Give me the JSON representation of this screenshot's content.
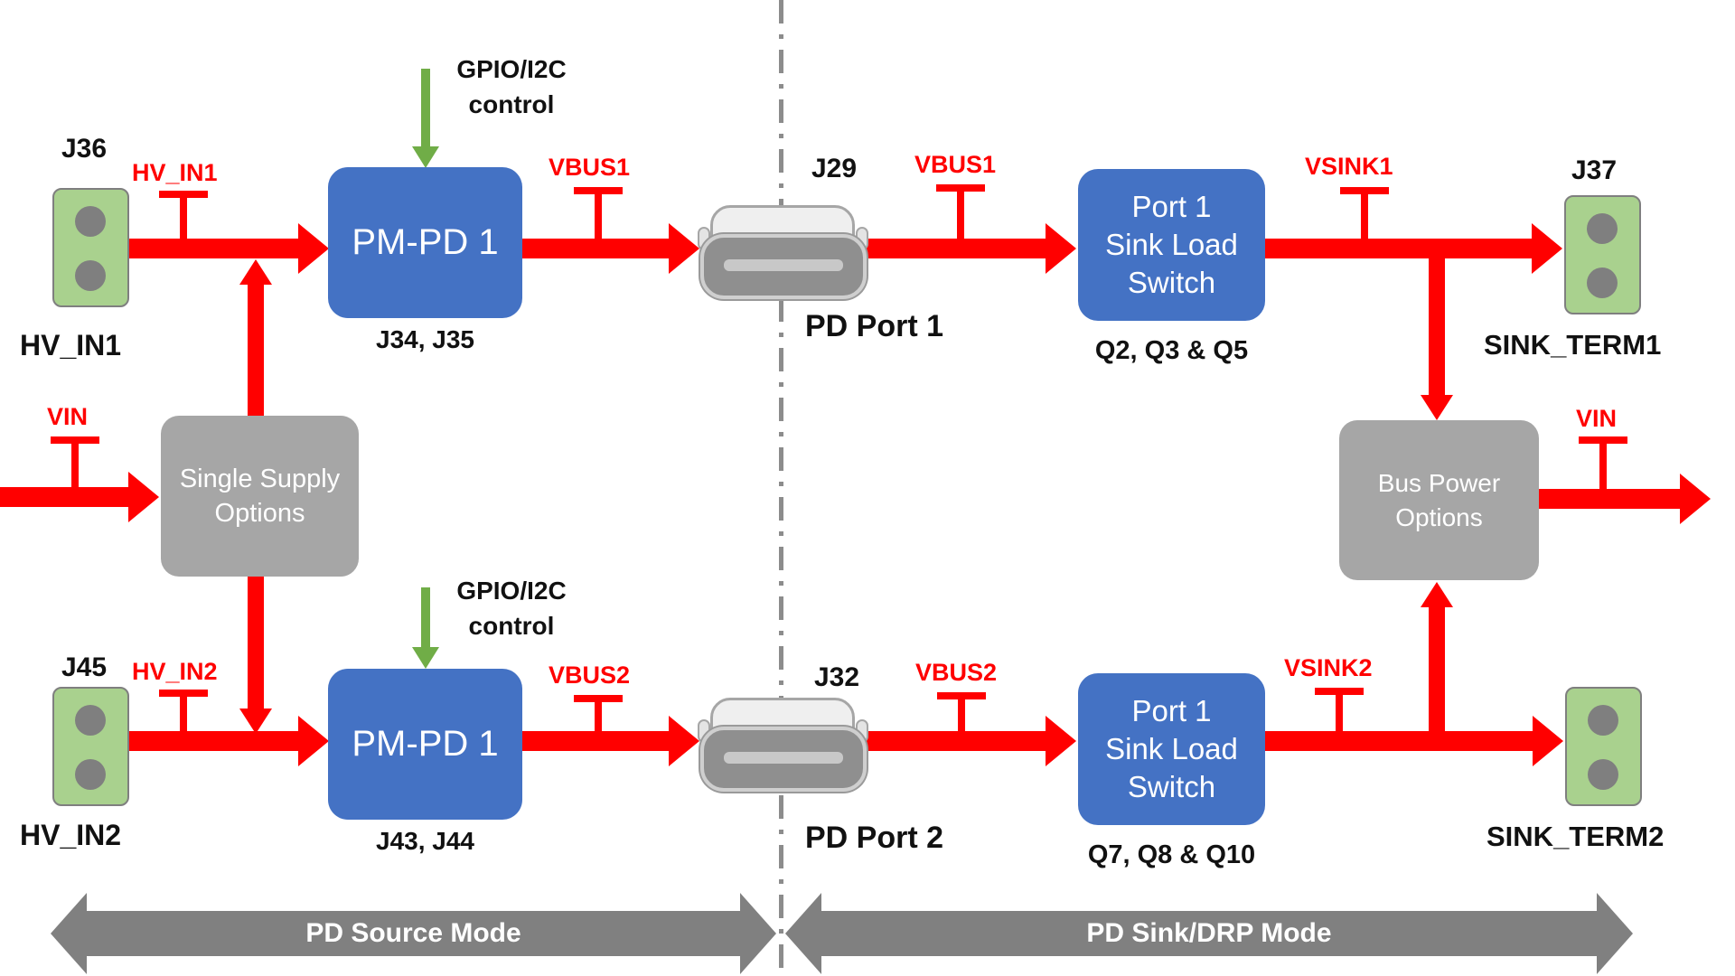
{
  "colors": {
    "wire_red": "#FF0000",
    "block_blue": "#4472C4",
    "block_gray": "#A6A6A6",
    "connector_green": "#A9D18E",
    "control_green": "#70AD47",
    "mode_arrow_gray": "#808080"
  },
  "control": {
    "line1": "GPIO/I2C",
    "line2": "control"
  },
  "source_side": {
    "hv1": {
      "connector_ref": "J36",
      "net": "HV_IN1",
      "terminal": "HV_IN1"
    },
    "hv2": {
      "connector_ref": "J45",
      "net": "HV_IN2",
      "terminal": "HV_IN2"
    },
    "vin_in": {
      "net": "VIN"
    },
    "single_supply": {
      "line1": "Single Supply",
      "line2": "Options"
    },
    "pm_pd_1": {
      "title": "PM-PD 1",
      "sub": "J34, J35",
      "vbus": "VBUS1"
    },
    "pm_pd_2": {
      "title": "PM-PD 1",
      "sub": "J43, J44",
      "vbus": "VBUS2"
    },
    "mode_label": "PD Source Mode"
  },
  "ports": {
    "port1": {
      "ref": "J29",
      "label": "PD Port 1",
      "vbus": "VBUS1"
    },
    "port2": {
      "ref": "J32",
      "label": "PD Port 2",
      "vbus": "VBUS2"
    }
  },
  "sink_side": {
    "sls1": {
      "line1": "Port 1",
      "line2": "Sink Load",
      "line3": "Switch",
      "sub": "Q2, Q3 & Q5",
      "vsink": "VSINK1"
    },
    "sls2": {
      "line1": "Port 1",
      "line2": "Sink Load",
      "line3": "Switch",
      "sub": "Q7, Q8 & Q10",
      "vsink": "VSINK2"
    },
    "term1": {
      "connector_ref": "J37",
      "terminal": "SINK_TERM1"
    },
    "term2": {
      "terminal": "SINK_TERM2"
    },
    "bus_power": {
      "line1": "Bus Power",
      "line2": "Options"
    },
    "vin_out": {
      "net": "VIN"
    },
    "mode_label": "PD Sink/DRP Mode"
  }
}
